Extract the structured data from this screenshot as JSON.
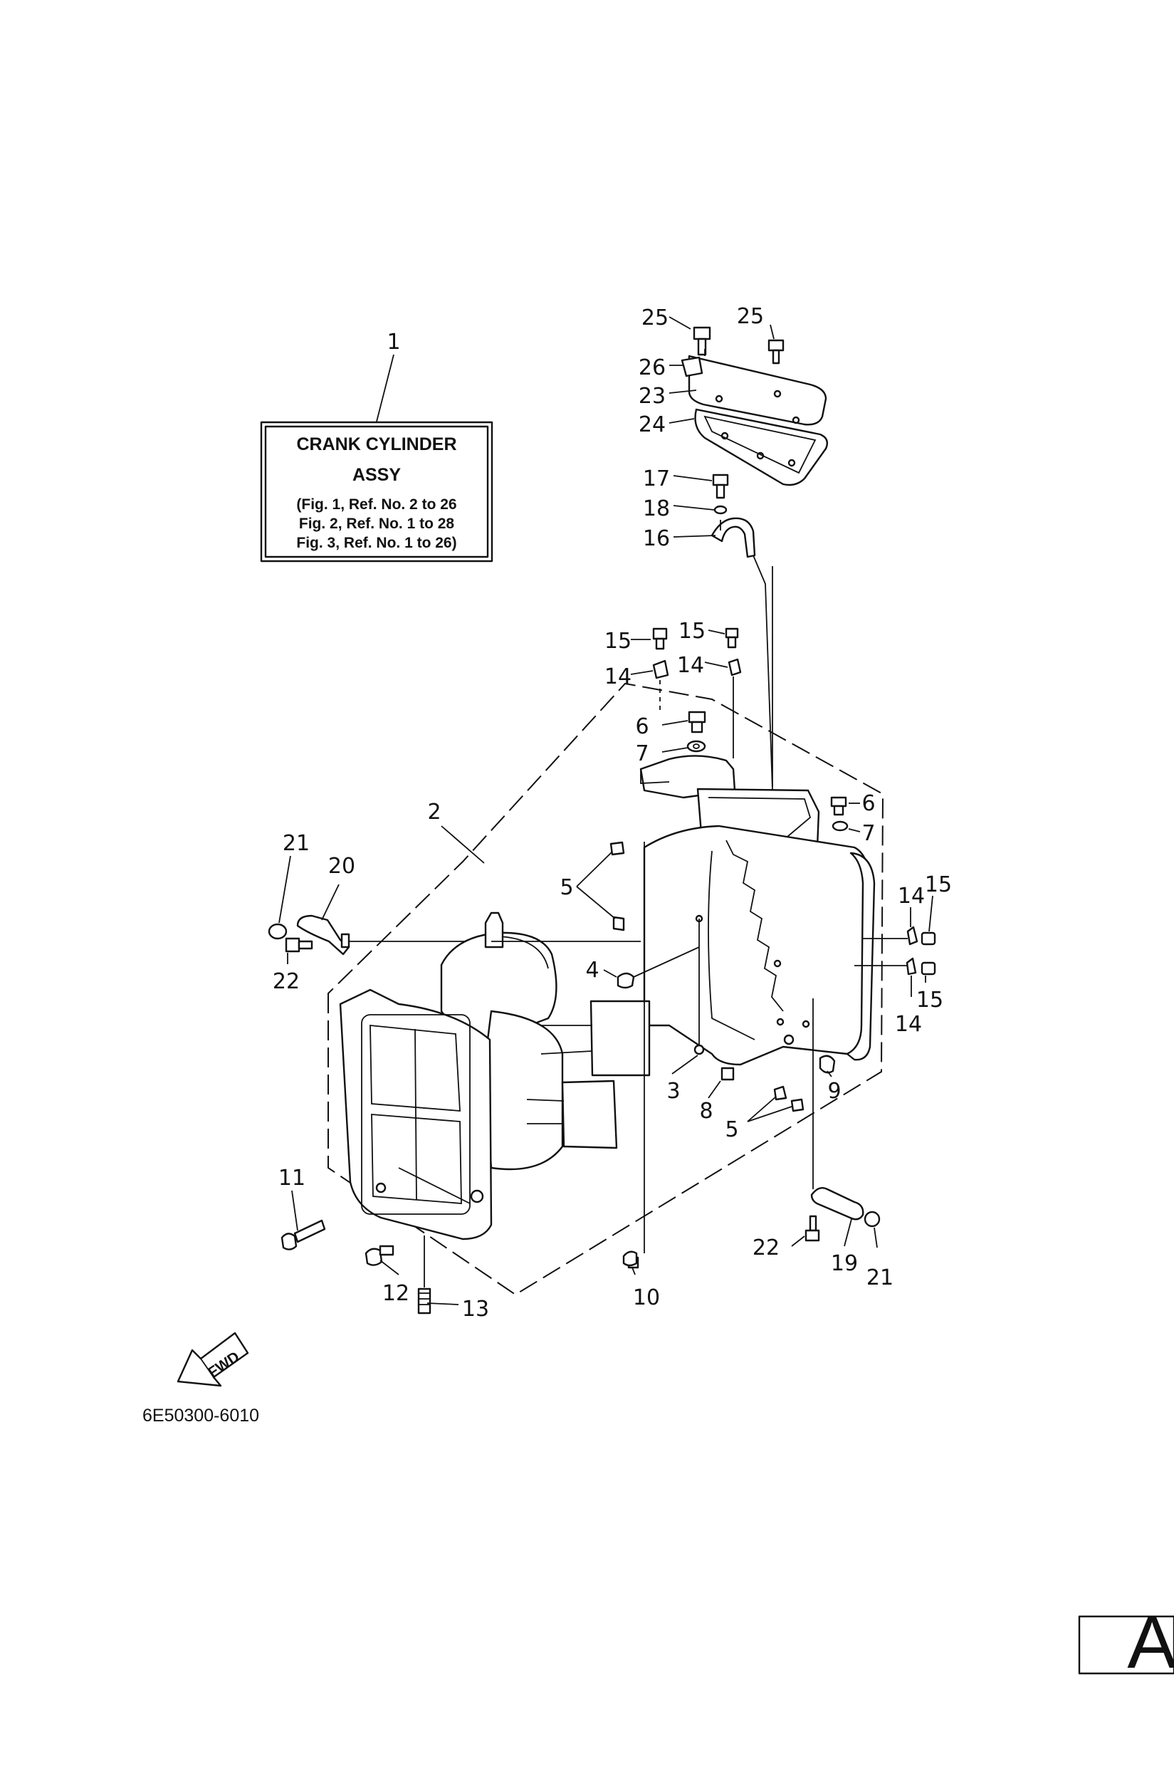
{
  "assy_box": {
    "line1": "CRANK CYLINDER",
    "line2": "ASSY",
    "ref1": "(Fig. 1, Ref. No. 2 to 26",
    "ref2": "Fig. 2, Ref. No. 1 to 28",
    "ref3": "Fig. 3, Ref. No. 1 to 26)"
  },
  "fwd_label": "FWD",
  "drawing_code": "6E50300-6010",
  "page_letter": "A",
  "callouts": {
    "c1": "1",
    "c2": "2",
    "c3": "3",
    "c4": "4",
    "c5a": "5",
    "c5b": "5",
    "c6a": "6",
    "c6b": "6",
    "c7a": "7",
    "c7b": "7",
    "c8": "8",
    "c9": "9",
    "c10": "10",
    "c11": "11",
    "c12": "12",
    "c13": "13",
    "c14a": "14",
    "c14b": "14",
    "c14c": "14",
    "c14d": "14",
    "c15a": "15",
    "c15b": "15",
    "c15c": "15",
    "c15d": "15",
    "c16": "16",
    "c17": "17",
    "c18": "18",
    "c19": "19",
    "c20": "20",
    "c21a": "21",
    "c21b": "21",
    "c22a": "22",
    "c22b": "22",
    "c23": "23",
    "c24": "24",
    "c25a": "25",
    "c25b": "25",
    "c26": "26"
  }
}
